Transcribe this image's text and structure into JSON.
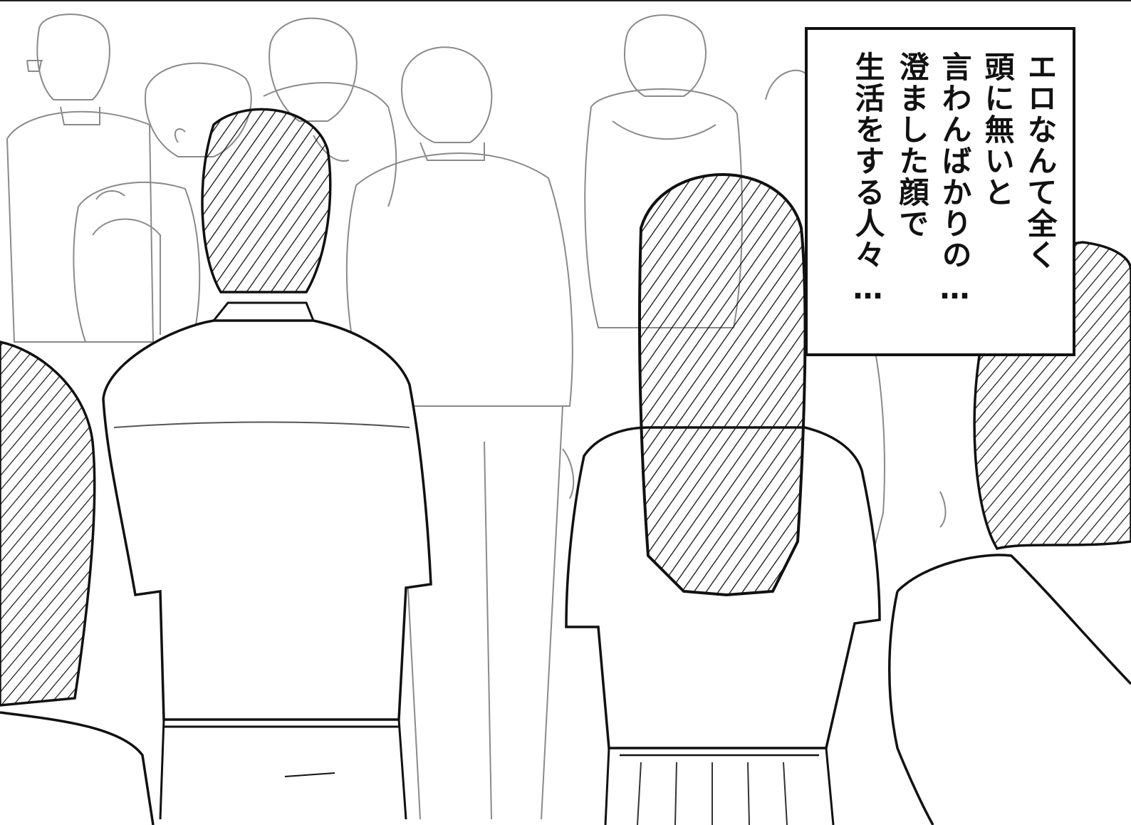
{
  "panel": {
    "narration": {
      "lines": [
        "エロなんて全く",
        "頭に無いと",
        "言わんばかりの…",
        "澄ました顔で",
        "生活をする人々…"
      ]
    },
    "colors": {
      "ink": "#111111",
      "faint_ink": "#8a8a8a",
      "paper": "#ffffff"
    }
  }
}
